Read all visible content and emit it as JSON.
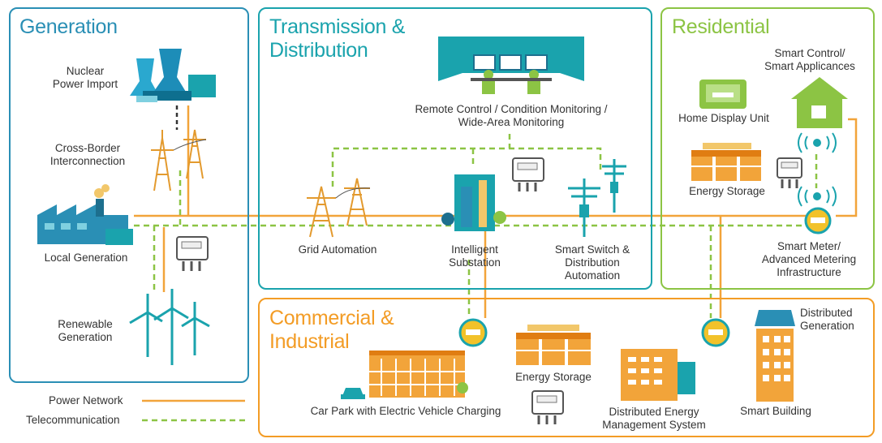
{
  "colors": {
    "generation": "#2a8fb5",
    "transmission": "#1aa3ad",
    "residential": "#8cc444",
    "commercial": "#f39c25",
    "power_line": "#f2a43a",
    "telecom_line": "#8cc444",
    "text": "#333333"
  },
  "panels": {
    "generation": {
      "title": "Generation",
      "items": {
        "nuclear": "Nuclear\nPower Import",
        "cross_border": "Cross-Border\nInterconnection",
        "local_generation": "Local Generation",
        "renewable": "Renewable\nGeneration"
      }
    },
    "transmission": {
      "title_line1": "Transmission &",
      "title_line2": "Distribution",
      "items": {
        "remote_control": "Remote Control / Condition Monitoring /\nWide-Area Monitoring",
        "grid_automation": "Grid Automation",
        "intelligent_substation": "Intelligent\nSubstation",
        "smart_switch": "Smart Switch &\nDistribution\nAutomation"
      }
    },
    "residential": {
      "title": "Residential",
      "items": {
        "smart_control": "Smart Control/\nSmart Applicances",
        "home_display": "Home Display Unit",
        "energy_storage": "Energy Storage",
        "smart_meter": "Smart Meter/\nAdvanced Metering\nInfrastructure"
      }
    },
    "commercial": {
      "title_line1": "Commercial &",
      "title_line2": "Industrial",
      "items": {
        "car_park": "Car Park with Electric Vehicle Charging",
        "energy_storage": "Energy Storage",
        "dems": "Distributed Energy\nManagement System",
        "distributed_generation": "Distributed\nGeneration",
        "smart_building": "Smart Building"
      }
    }
  },
  "legend": {
    "power_network": "Power Network",
    "telecommunication": "Telecommunication"
  }
}
